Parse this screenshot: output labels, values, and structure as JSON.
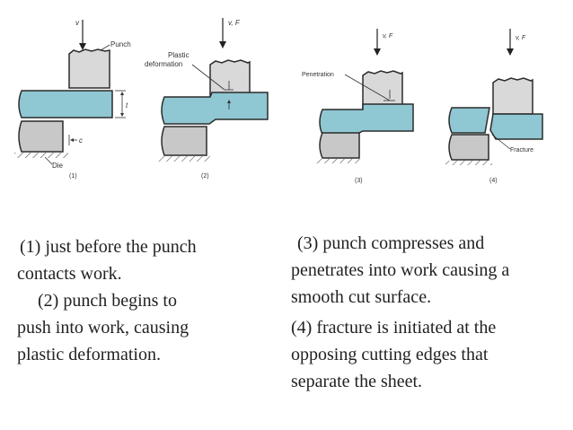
{
  "figure": {
    "labels": {
      "v": "v",
      "vf": "v, F",
      "punch": "Punch",
      "plastic_1": "Plastic",
      "plastic_2": "deformation",
      "penetration": "Penetration",
      "fracture": "Fracture",
      "die": "Die",
      "t": "t",
      "c": "c"
    },
    "step_labels": [
      "(1)",
      "(2)",
      "(3)",
      "(4)"
    ]
  },
  "left_text": {
    "line1": "(1) just before the punch",
    "line2": "contacts work.",
    "line3": "(2) punch begins to",
    "line4": "push into work, causing",
    "line5": "plastic deformation."
  },
  "right_text": {
    "line1": "(3) punch compresses and",
    "line2": "penetrates into work causing a",
    "line3": "smooth cut surface.",
    "line4": "(4) fracture is initiated at the",
    "line5": "opposing cutting edges that",
    "line6": "separate the sheet."
  },
  "colors": {
    "sheet": "#8fc7d2",
    "die": "#c8c8c8",
    "punch": "#d9d9d9",
    "outline": "#2b2b2b"
  }
}
